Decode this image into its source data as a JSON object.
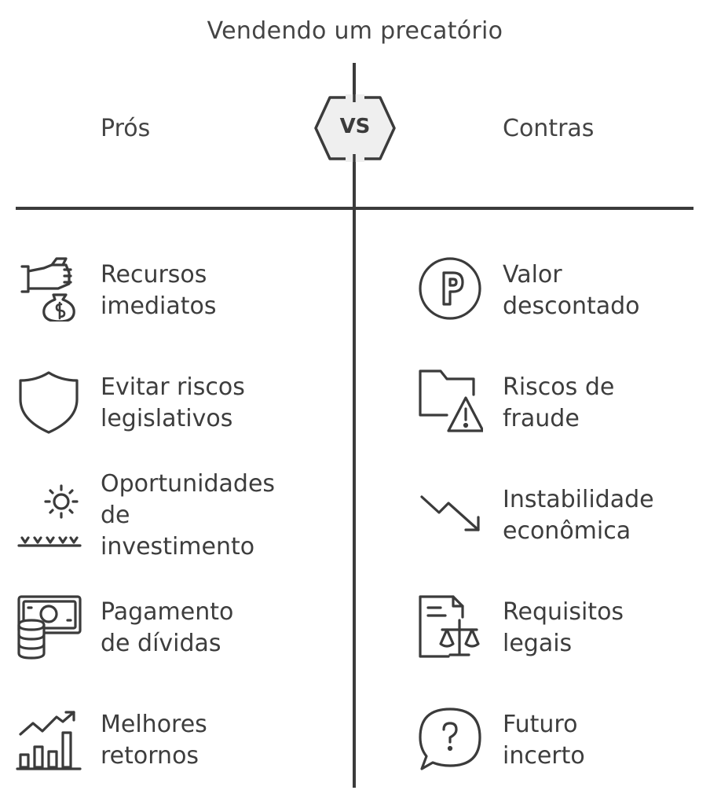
{
  "title": "Vendendo um precatório",
  "pros": {
    "heading": "Prós",
    "items": [
      {
        "label_lines": [
          "Recursos",
          "imediatos"
        ],
        "icon": "hand-money-bag-icon"
      },
      {
        "label_lines": [
          "Evitar riscos",
          "legislativos"
        ],
        "icon": "shield-icon"
      },
      {
        "label_lines": [
          "Oportunidades",
          "de",
          "investimento"
        ],
        "icon": "sun-sprout-icon"
      },
      {
        "label_lines": [
          "Pagamento",
          "de dívidas"
        ],
        "icon": "cash-coins-icon"
      },
      {
        "label_lines": [
          "Melhores",
          "retornos"
        ],
        "icon": "growth-chart-icon"
      }
    ]
  },
  "vs_label": "VS",
  "cons": {
    "heading": "Contras",
    "items": [
      {
        "label_lines": [
          "Valor",
          "descontado"
        ],
        "icon": "p-circle-icon"
      },
      {
        "label_lines": [
          "Riscos de",
          "fraude"
        ],
        "icon": "folder-warning-icon"
      },
      {
        "label_lines": [
          "Instabilidade",
          "econômica"
        ],
        "icon": "downtrend-icon"
      },
      {
        "label_lines": [
          "Requisitos",
          "legais"
        ],
        "icon": "legal-document-icon"
      },
      {
        "label_lines": [
          "Futuro",
          "incerto"
        ],
        "icon": "question-bubble-icon"
      }
    ]
  },
  "colors": {
    "ink": "#3b3b3b",
    "badge_fill": "#efefef",
    "background": "#ffffff"
  }
}
